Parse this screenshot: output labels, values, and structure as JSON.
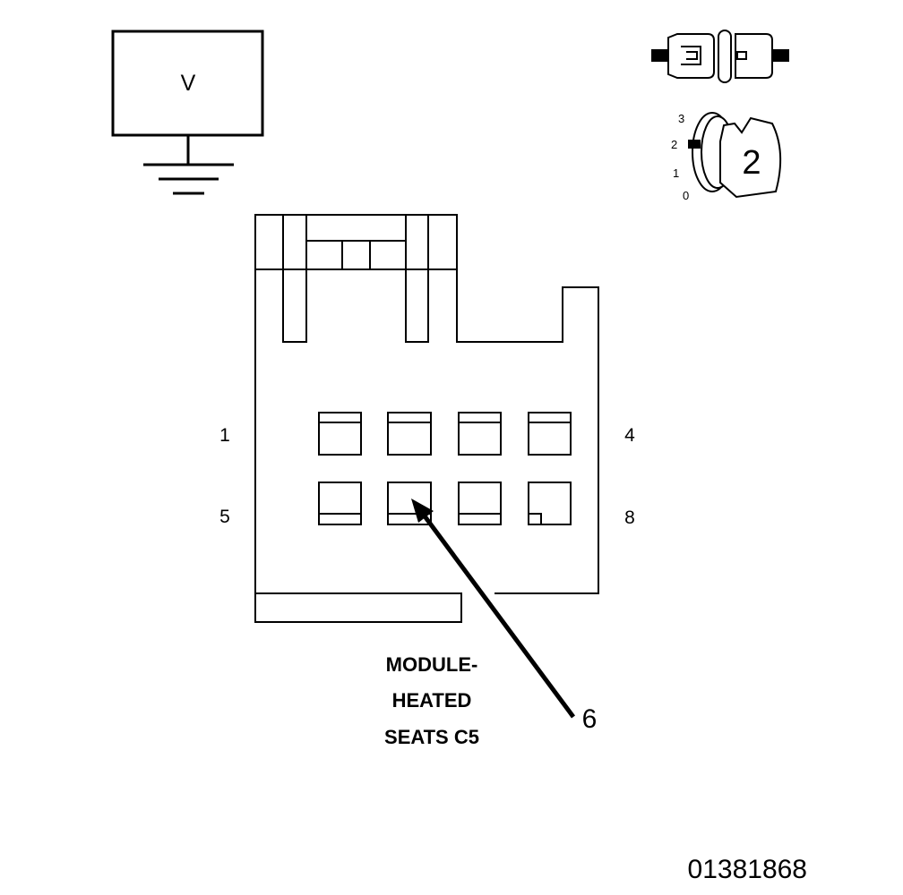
{
  "meter": {
    "label": "V"
  },
  "pins": {
    "top_left": "1",
    "top_right": "4",
    "bottom_left": "5",
    "bottom_right": "8"
  },
  "callout": {
    "number": "6"
  },
  "connector_name": {
    "lines": [
      "MODULE-",
      "HEATED",
      "SEATS C5"
    ]
  },
  "ignition_key": {
    "scale": [
      "3",
      "2",
      "1",
      "0"
    ],
    "position": "2"
  },
  "figure_id": "01381868",
  "colors": {
    "line": "#000000",
    "background": "#ffffff"
  },
  "icons": [
    "voltmeter-icon",
    "ground-icon",
    "connector-disconnected-icon",
    "ignition-key-icon",
    "arrow-icon"
  ]
}
